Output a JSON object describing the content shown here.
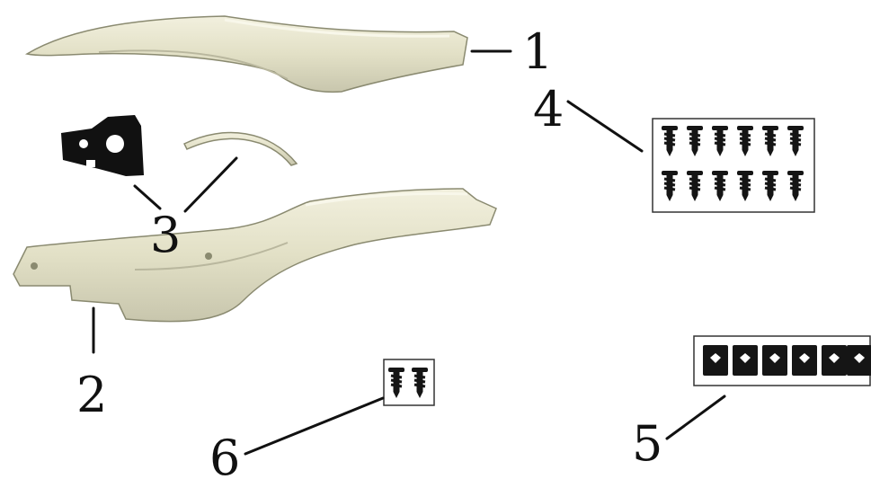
{
  "callouts": {
    "part1": "1",
    "part2": "2",
    "part3": "3",
    "part4": "4",
    "part5": "5",
    "part6": "6"
  },
  "colors": {
    "panel_fill": "#e4e2c8",
    "panel_shade": "#c9c7ae",
    "bracket": "#111111",
    "hardware": "#151515"
  },
  "hardware_counts": {
    "part4_screws": 12,
    "part5_clip_nuts": 6,
    "part6_screws": 2
  }
}
